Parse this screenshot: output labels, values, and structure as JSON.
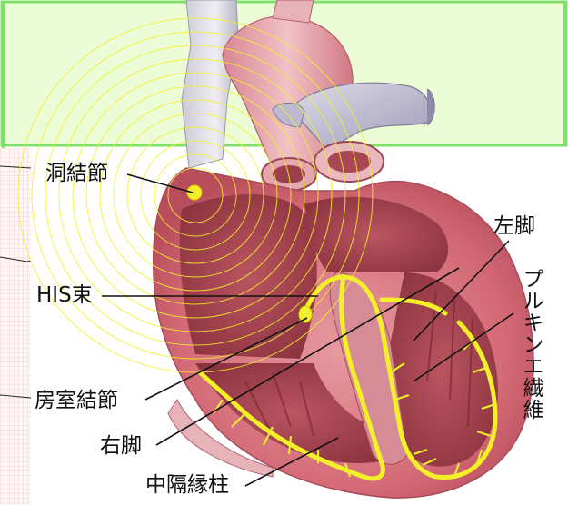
{
  "labels": {
    "sinoatrial_node": "洞結節",
    "his_bundle": "HIS束",
    "av_node": "房室結節",
    "right_bundle": "右脚",
    "moderator_band": "中隔縁柱",
    "left_bundle": "左脚",
    "purkinje_fibers": "プルキンエ繊維"
  },
  "colors": {
    "background_green": "#ecfcd6",
    "border_green": "#7fe06a",
    "ecg_grid": "#f2b8b8",
    "conduction_yellow": "#f3f02a",
    "heart_tissue": "#c9646e",
    "heart_interior": "#a8454d",
    "aorta": "#e6aeb5",
    "pulmonary_vessel": "#c6c4d6"
  }
}
